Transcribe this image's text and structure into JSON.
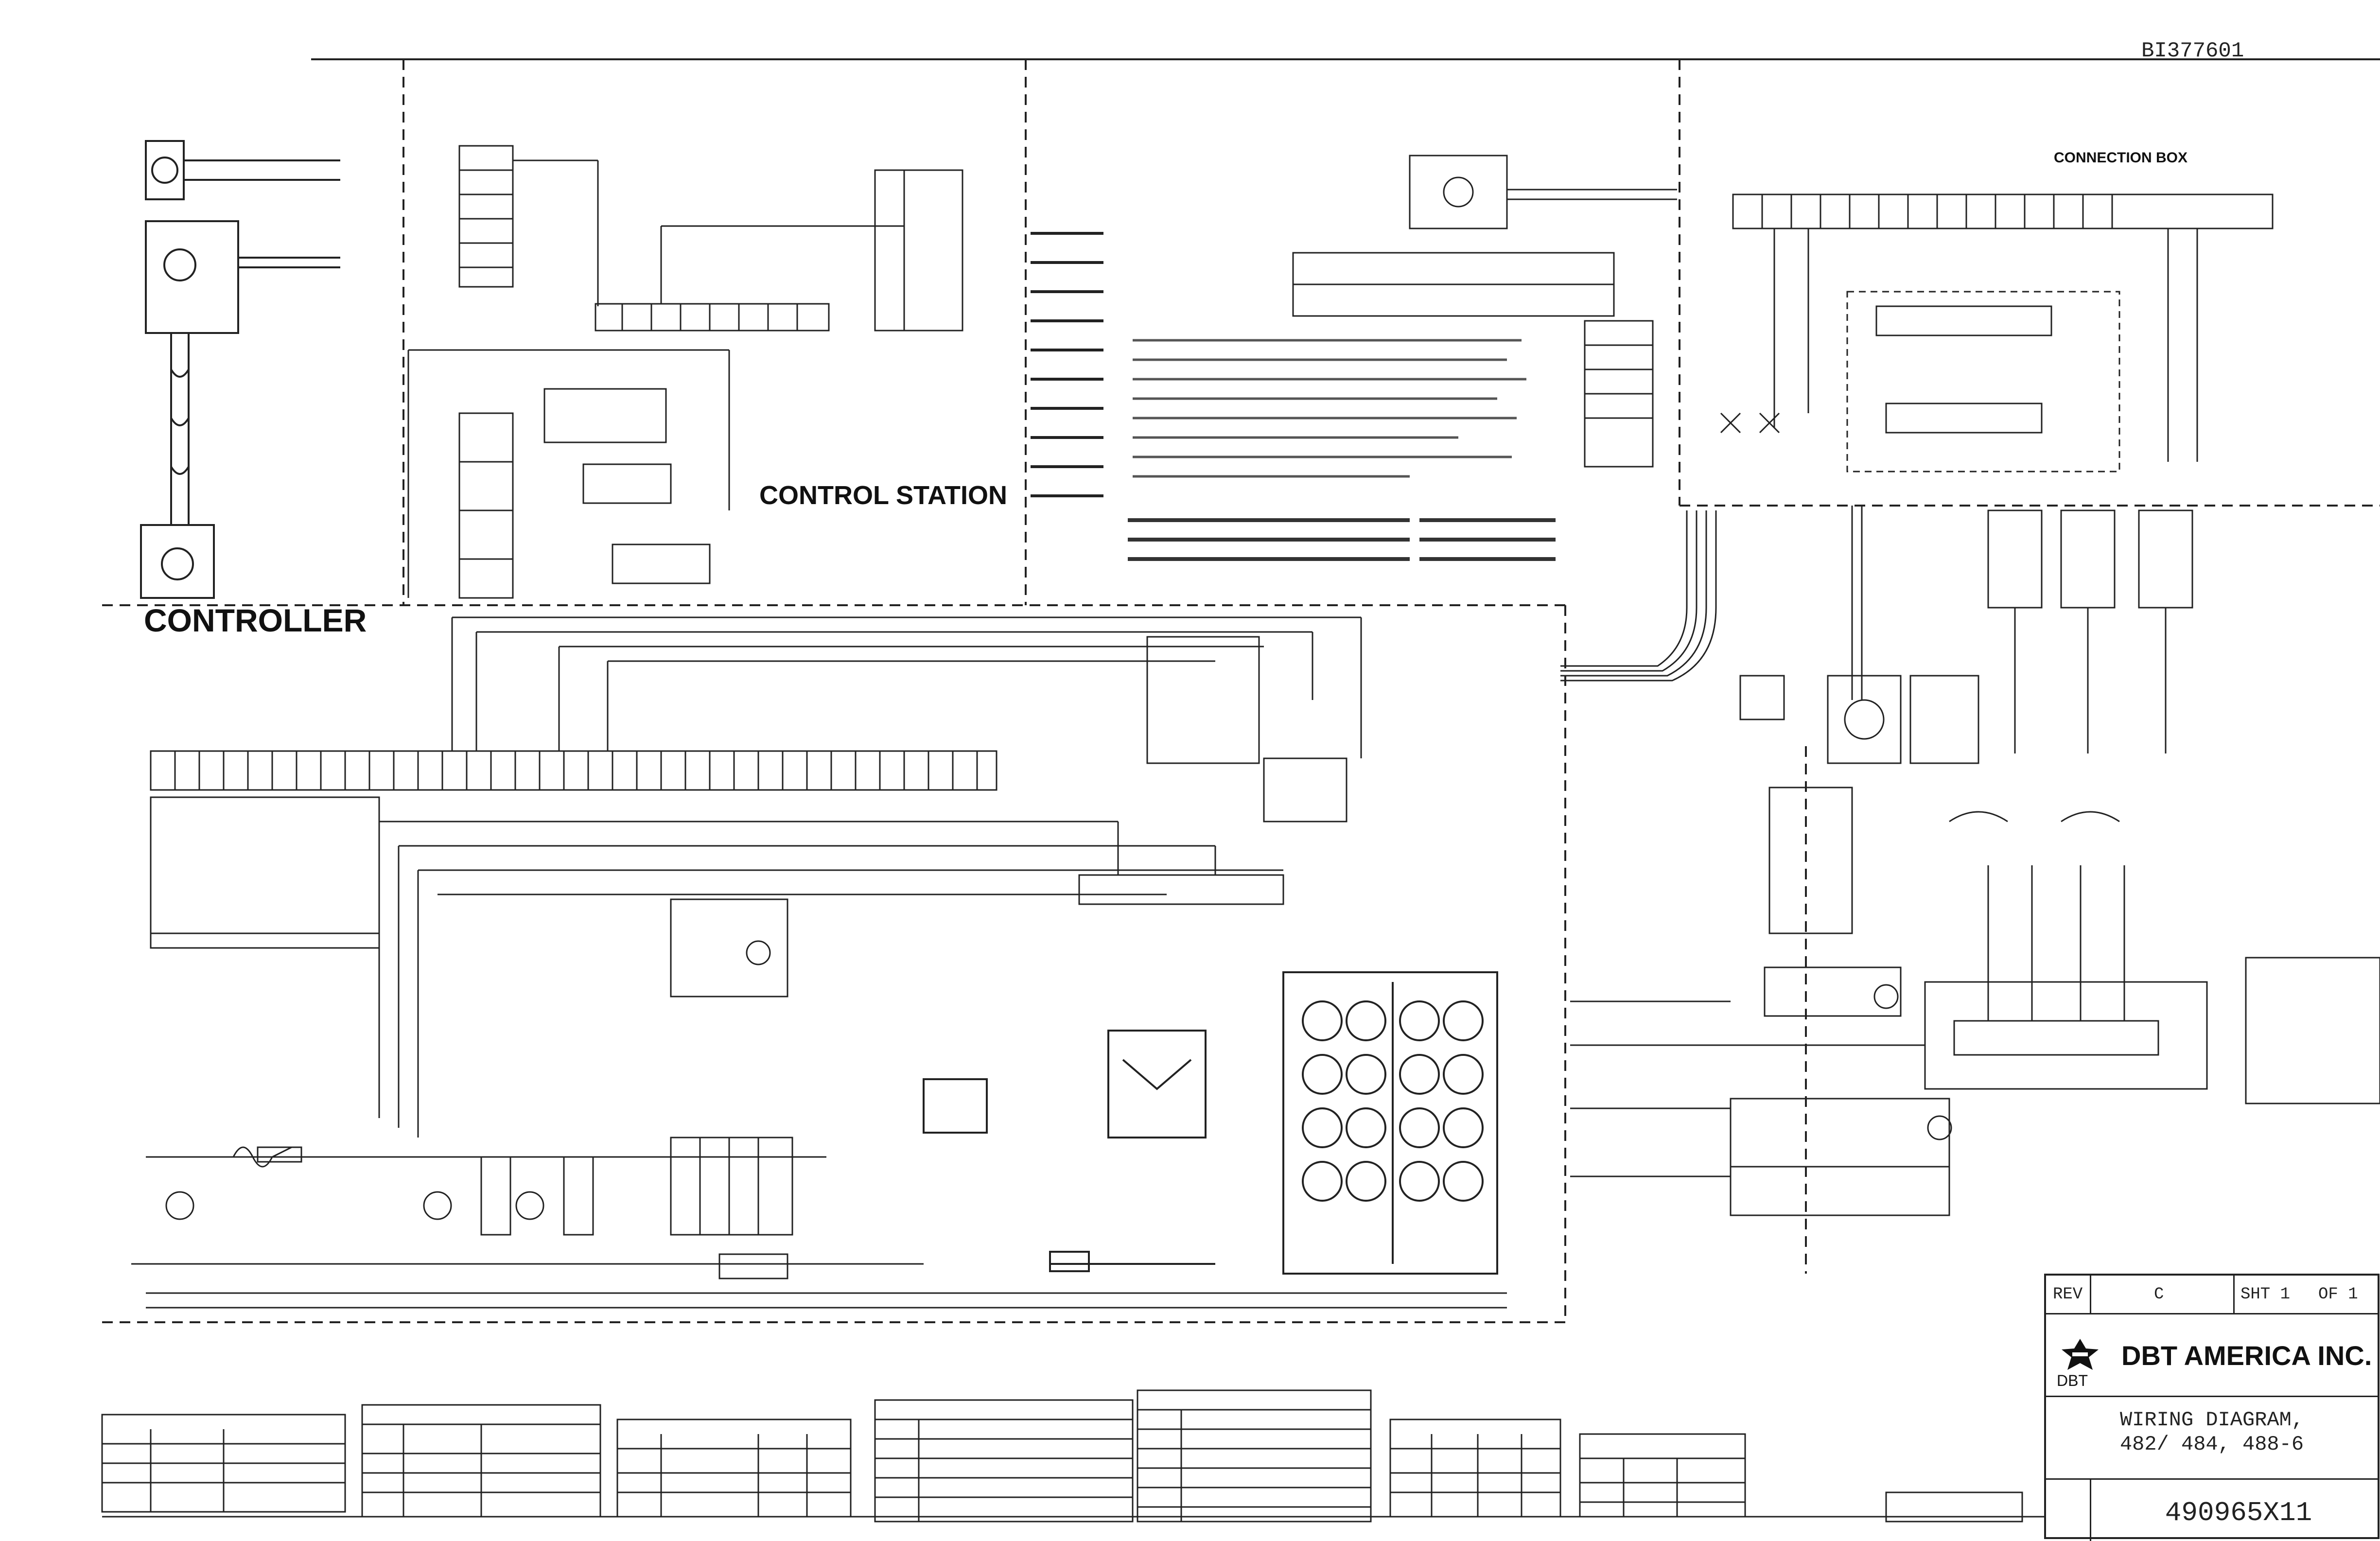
{
  "drawing_ref": "BI377601",
  "sections": {
    "controller": "CONTROLLER",
    "control_station": "CONTROL STATION",
    "connection_box": "CONNECTION BOX"
  },
  "title_block": {
    "rev_label": "REV",
    "rev_value": "C",
    "sheet_label": "SHT 1",
    "of_label": "OF 1",
    "company": "DBT AMERICA INC.",
    "company_short": "DBT",
    "title_line1": "WIRING DIAGRAM,",
    "title_line2": "482/ 484, 488-6",
    "drawing_number": "490965X11"
  },
  "colors": {
    "ink": "#1a1a1a",
    "paper": "#ffffff",
    "faint": "#666666"
  }
}
